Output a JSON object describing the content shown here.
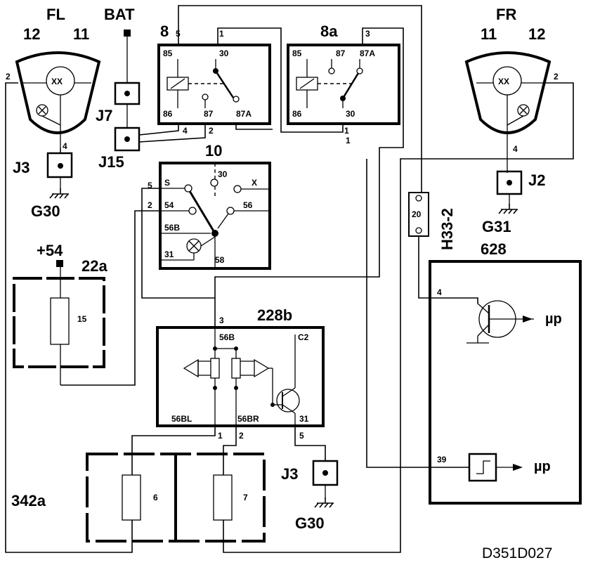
{
  "diagram_id": "D351D027",
  "components": {
    "lamp_fl": {
      "name": "FL",
      "pin_a": "12",
      "pin_b": "11",
      "pin2": "2",
      "pin4": "4",
      "bulb": "XX"
    },
    "lamp_fr": {
      "name": "FR",
      "pin_a": "11",
      "pin_b": "12",
      "pin2": "2",
      "pin4": "4",
      "bulb": "XX"
    },
    "battery": {
      "name": "BAT"
    },
    "j7": {
      "name": "J7"
    },
    "j15": {
      "name": "J15"
    },
    "j3_top": {
      "name": "J3"
    },
    "g30_top": {
      "name": "G30"
    },
    "j2": {
      "name": "J2"
    },
    "g31": {
      "name": "G31"
    },
    "relay8": {
      "name": "8",
      "pin_top_left": "5",
      "pin_top_right": "1",
      "t85": "85",
      "t30": "30",
      "t86": "86",
      "t87": "87",
      "t87a": "87A",
      "pin_bot_left": "4",
      "pin_bot_right": "2"
    },
    "relay8a": {
      "name": "8a",
      "pin_top": "3",
      "t85": "85",
      "t87": "87",
      "t87a": "87A",
      "t86": "86",
      "t30": "30",
      "pin_bot": "1",
      "pin_bot_out": "1"
    },
    "switch10": {
      "name": "10",
      "pin5": "5",
      "pin2": "2",
      "tS": "S",
      "t30": "30",
      "tX": "X",
      "t54": "54",
      "t56": "56",
      "t56b": "56B",
      "t31": "31",
      "t58": "58"
    },
    "fuse22a": {
      "name": "22a",
      "supply": "+54",
      "fuse": "15"
    },
    "connector_h33": {
      "name": "H33-2",
      "pin": "20"
    },
    "module628": {
      "name": "628",
      "pin4": "4",
      "pin39": "39",
      "mu_top": "µp",
      "mu_bot": "µp"
    },
    "module228b": {
      "name": "228b",
      "pin3": "3",
      "t56b": "56B",
      "tc2": "C2",
      "t56bl": "56BL",
      "t56br": "56BR",
      "t31": "31",
      "pin1": "1",
      "pin2": "2",
      "pin5": "5"
    },
    "fuse342a": {
      "name": "342a",
      "fuse_left": "6",
      "fuse_right": "7"
    },
    "j3_bot": {
      "name": "J3"
    },
    "g30_bot": {
      "name": "G30"
    }
  }
}
